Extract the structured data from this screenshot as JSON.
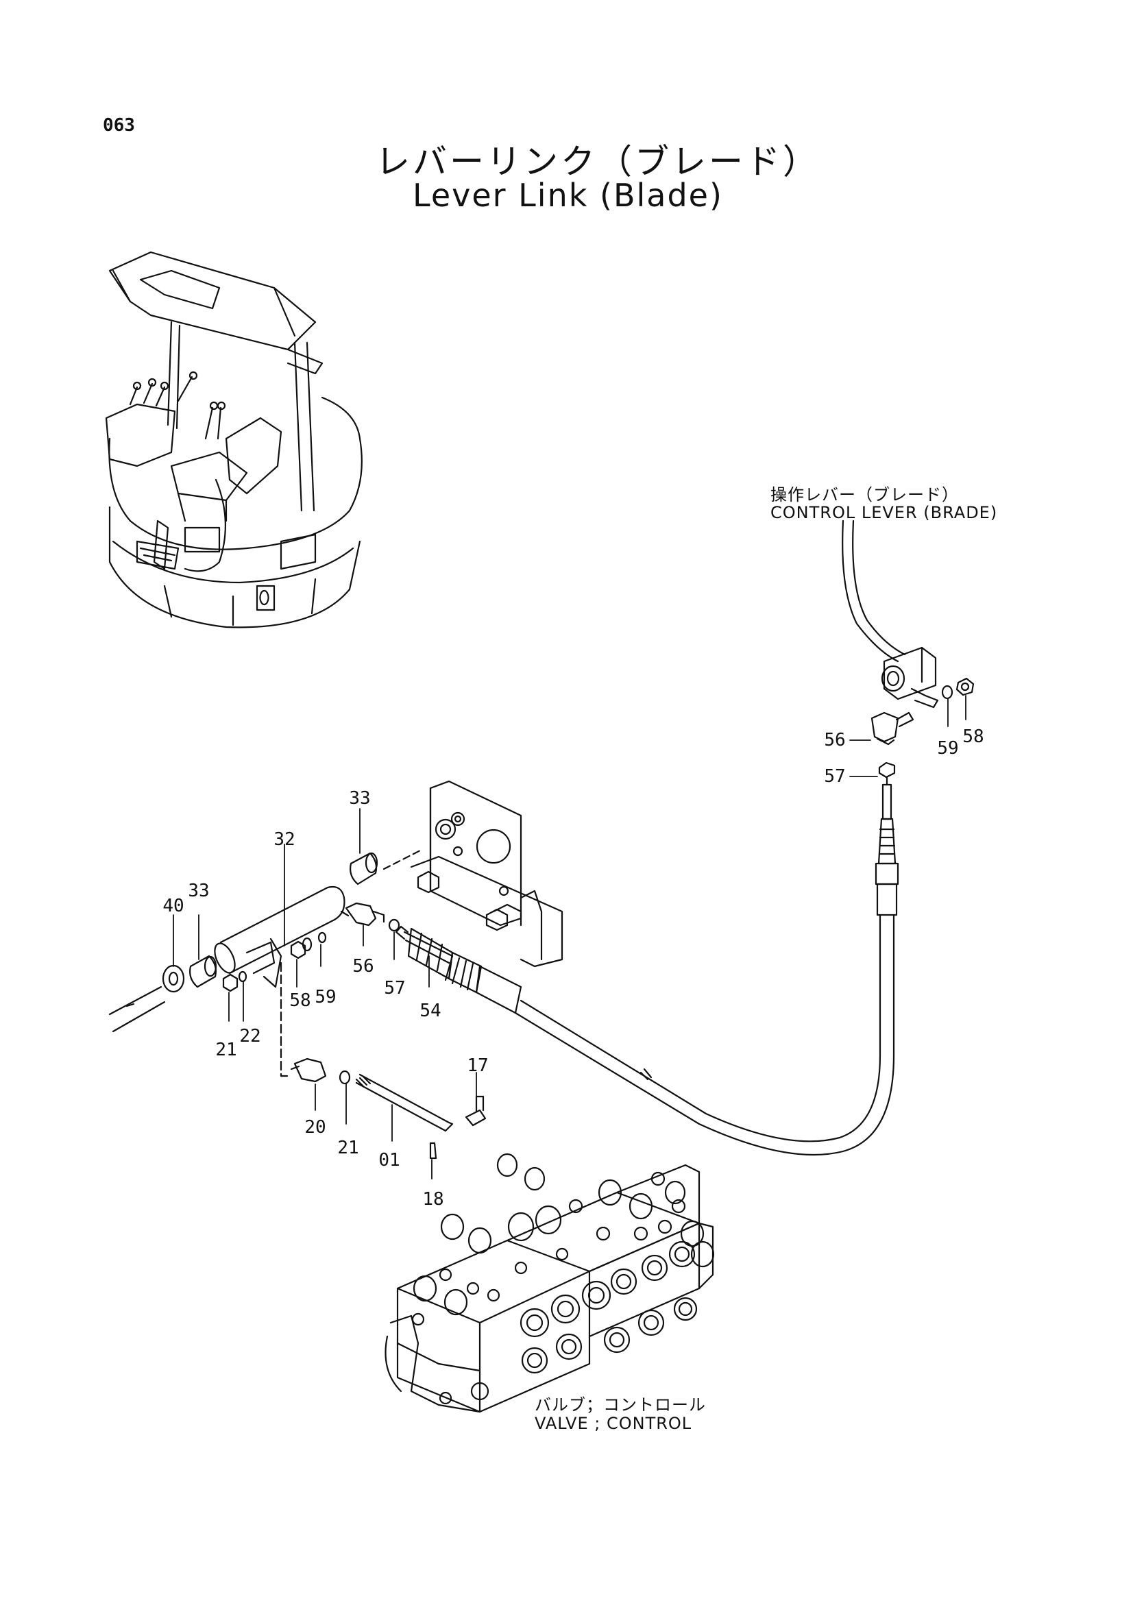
{
  "page_number": "063",
  "title_jp": "レバーリンク（ブレード）",
  "title_en": "Lever Link (Blade)",
  "annotations": {
    "control_lever_jp": "操作レバー（ブレード）",
    "control_lever_en": "CONTROL LEVER (BRADE)",
    "valve_jp": "バルブ；コントロール",
    "valve_en": "VALVE ; CONTROL"
  },
  "part_numbers": {
    "p56_top": "56",
    "p59_top": "59",
    "p58_top": "58",
    "p57_top": "57",
    "p33_upper": "33",
    "p32": "32",
    "p33_lower": "33",
    "p40": "40",
    "p56_mid": "56",
    "p57_mid": "57",
    "p58_mid": "58",
    "p59_mid": "59",
    "p54": "54",
    "p21_a": "21",
    "p22": "22",
    "p17": "17",
    "p20": "20",
    "p21_b": "21",
    "p01": "01",
    "p18": "18"
  },
  "colors": {
    "ink": "#111111",
    "paper": "#ffffff"
  }
}
